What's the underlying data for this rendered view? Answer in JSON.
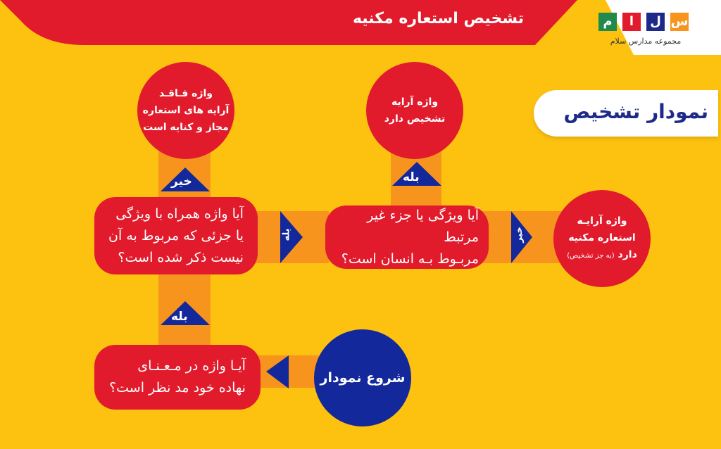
{
  "header": {
    "title": "تشخیص استعاره مکنیه"
  },
  "logo": {
    "letters": [
      "س",
      "ل",
      "ا",
      "م"
    ],
    "caption": "مجموعه مدارس سلام"
  },
  "badge": {
    "title": "نمودار تشخیص"
  },
  "nodes": {
    "start": "شروع نمودار",
    "q1": "آیـا واژه در مـعـنـای\nنهاده خود مد نظر است؟",
    "q2": "آیا واژه همراه با ویژگی\nیا جزئی که مربوط به آن\nنیست ذکر شده است؟",
    "q3": "آیا ویژگی یا جزء غیر مرتبط\nمربـوط بـه انسان است؟",
    "r_no_figure": "واژه فـاقـد\nآرایه های استعاره\nمجاز و کنایه است",
    "r_personification": "واژه آرایه\nتشخیص دارد",
    "r_metaphor": "واژه آرایـه\nاستعاره مکنیه",
    "r_metaphor_tail": "دارد",
    "r_metaphor_note": "(به جز تشخیص)"
  },
  "edges": {
    "yes": "بله",
    "no": "خیر"
  },
  "colors": {
    "background": "#fdc210",
    "red": "#e11b2c",
    "navy": "#13289a",
    "orange": "#f7941d"
  }
}
